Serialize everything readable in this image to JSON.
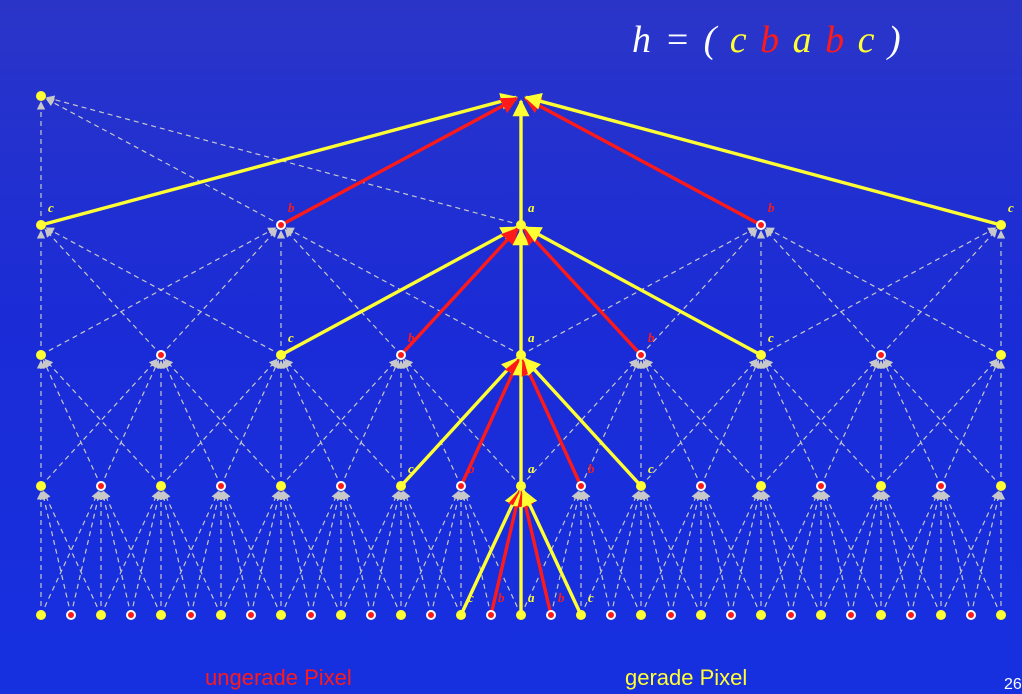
{
  "formula": {
    "lhs": "h = (",
    "terms": [
      {
        "text": "c",
        "color": "#ffff33"
      },
      {
        "text": "b",
        "color": "#ff1a1a"
      },
      {
        "text": "a",
        "color": "#ffff33"
      },
      {
        "text": "b",
        "color": "#ff1a1a"
      },
      {
        "text": "c",
        "color": "#ffff33"
      }
    ],
    "rhs": ")"
  },
  "captions": {
    "odd": "ungerade Pixel",
    "even": "gerade Pixel"
  },
  "slide_number": "26",
  "colors": {
    "background": "#1a2fd8",
    "yellow": "#ffff33",
    "red": "#ff1a1a",
    "dashed": "#c8c8c8"
  },
  "levels": [
    {
      "count": 1,
      "step": 32
    },
    {
      "count": 5,
      "step": 8
    },
    {
      "count": 9,
      "step": 4
    },
    {
      "count": 17,
      "step": 2
    },
    {
      "count": 33,
      "step": 1
    }
  ],
  "filter_labels": [
    "c",
    "b",
    "a",
    "b",
    "c"
  ]
}
